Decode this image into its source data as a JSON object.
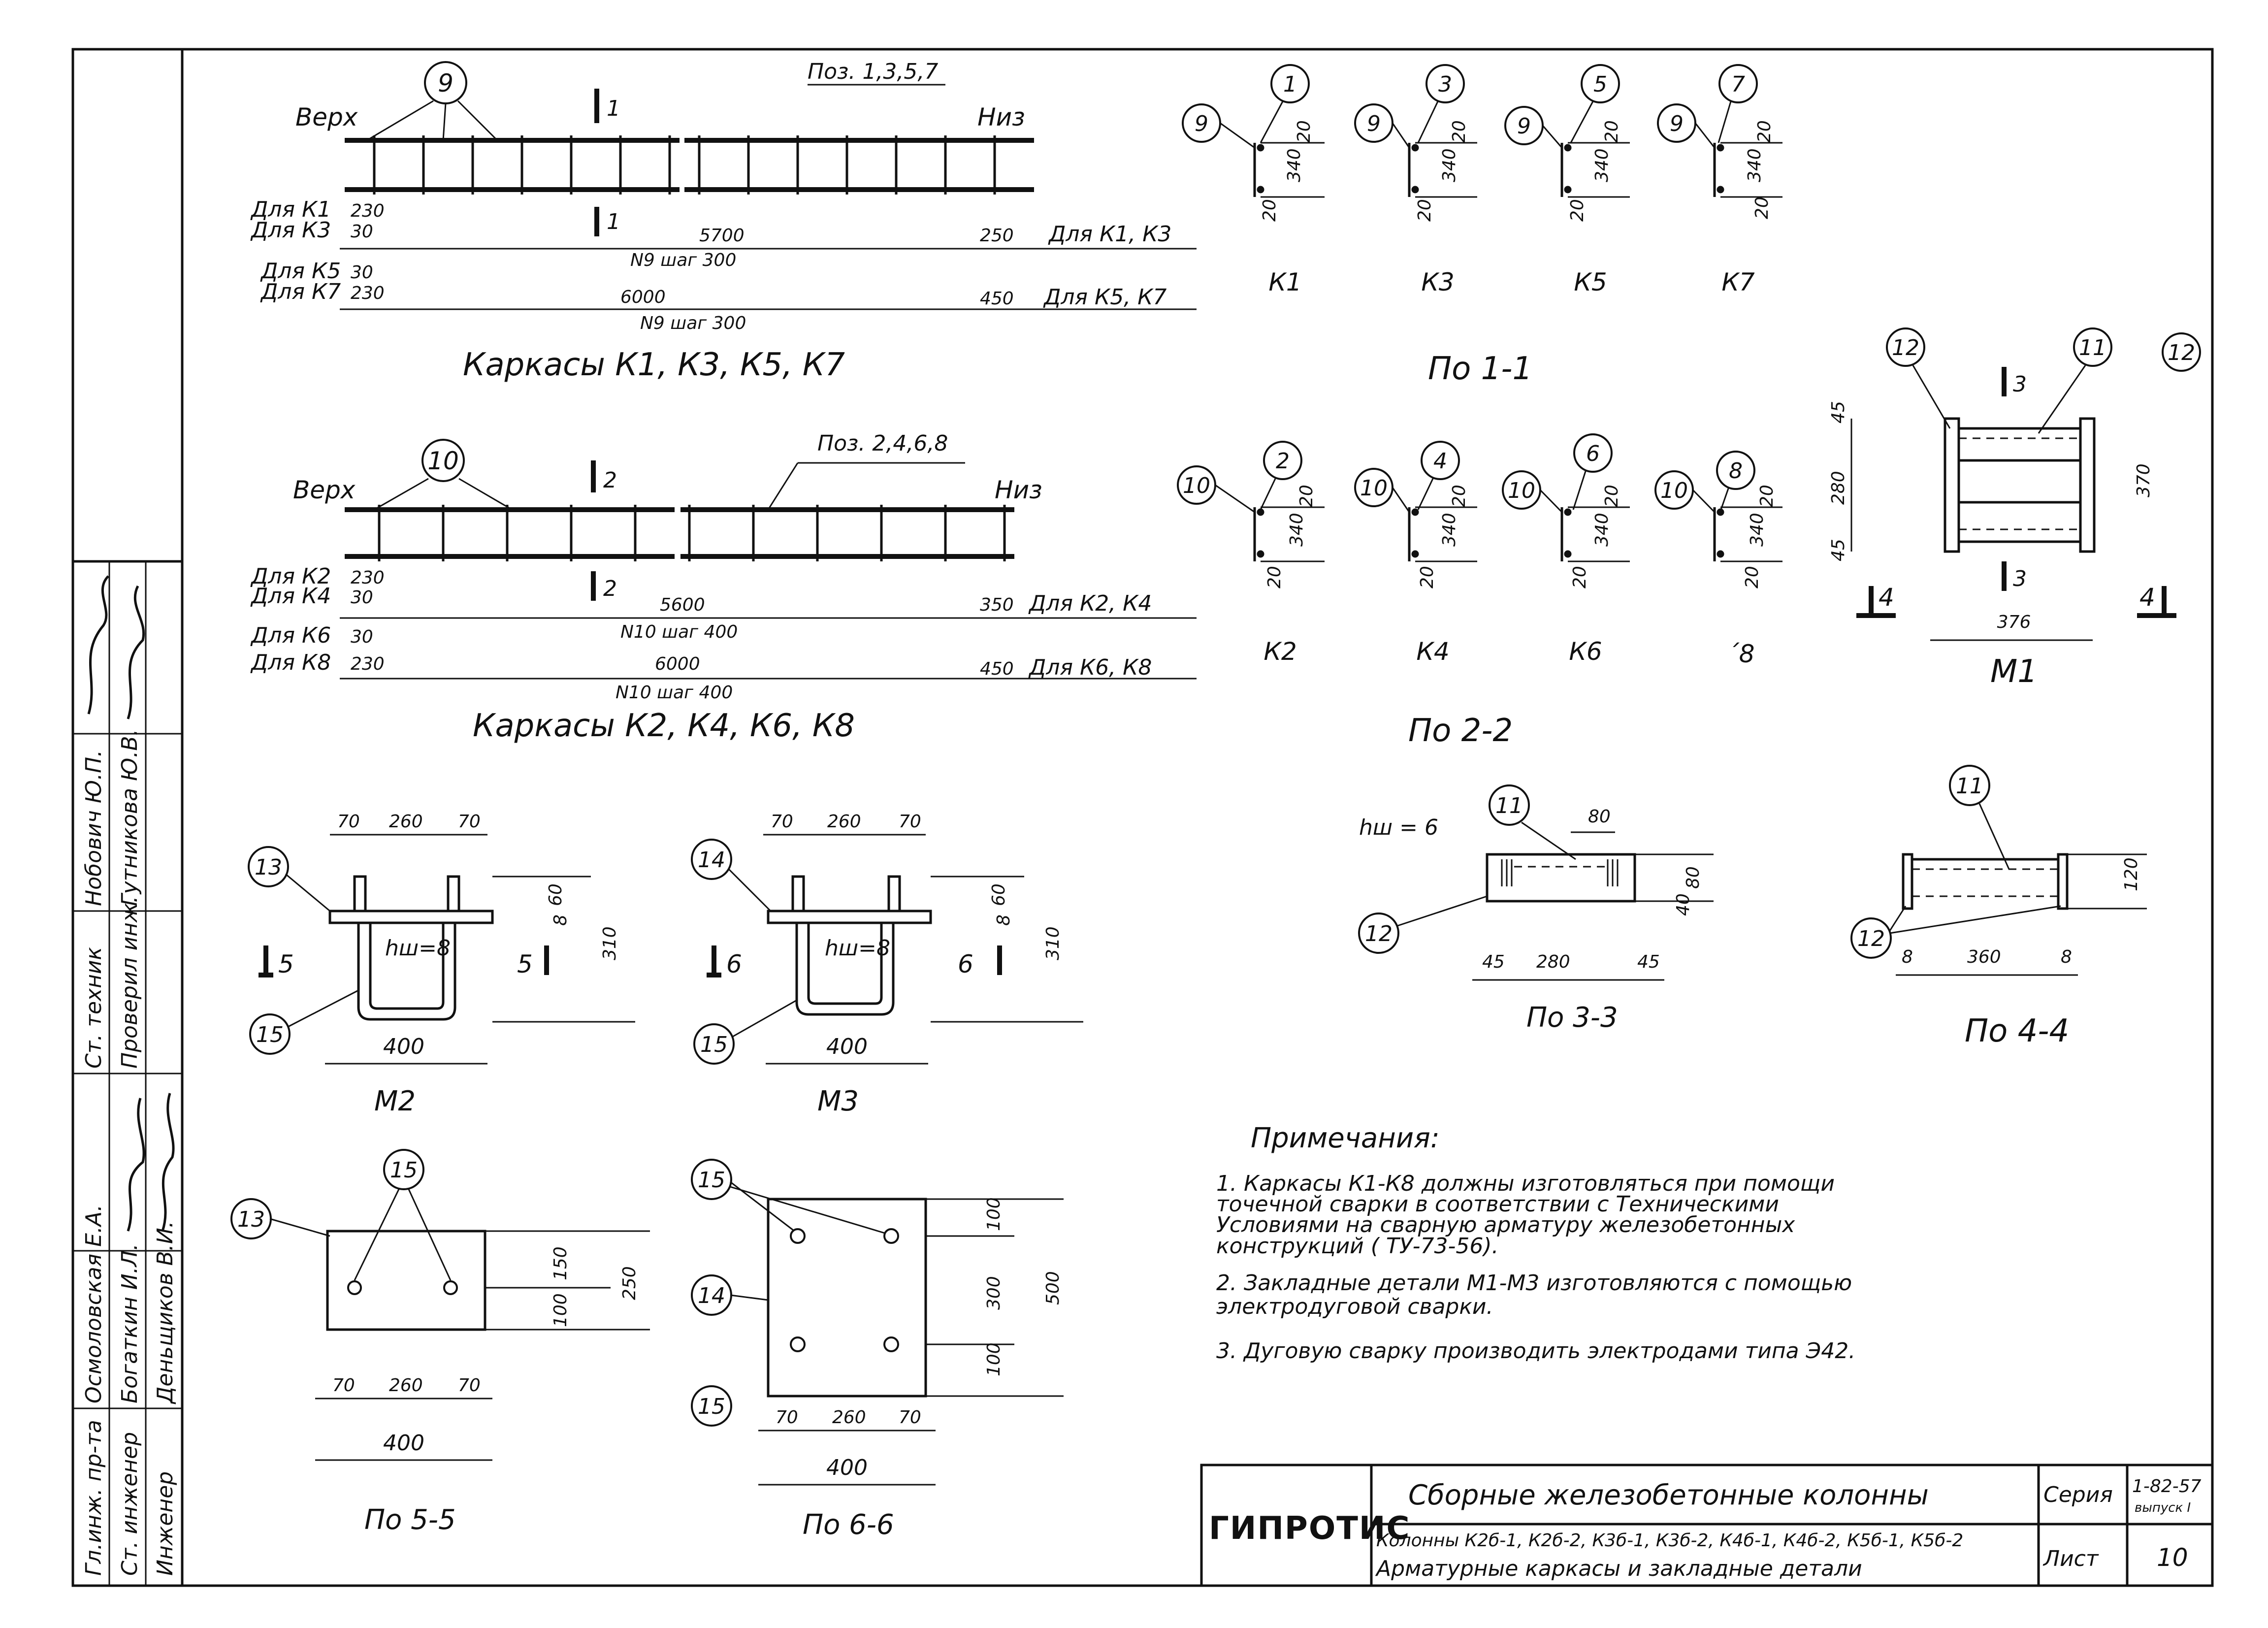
{
  "drawing": {
    "frames_a": {
      "pos_note": "Поз. 1,3,5,7",
      "left_label": "Верх",
      "right_label": "Низ",
      "section_mark": "1",
      "callout": "9",
      "rows": [
        {
          "label": "Для К1",
          "start": "230",
          "mid": "5700",
          "end": "250",
          "end_label": "Для К1, К3"
        },
        {
          "label": "Для К3",
          "start": "30",
          "note": "N9 шаг 300"
        },
        {
          "label": "Для К5",
          "start": "30",
          "mid": "6000",
          "end": "450",
          "end_label": "Для К5, К7"
        },
        {
          "label": "Для К7",
          "start": "230",
          "note": "N9 шаг 300"
        }
      ],
      "title": "Каркасы К1, К3, К5, К7"
    },
    "frames_b": {
      "pos_note": "Поз. 2,4,6,8",
      "left_label": "Верх",
      "right_label": "Низ",
      "section_mark": "2",
      "callout": "10",
      "rows": [
        {
          "label": "Для К2",
          "start": "230",
          "mid": "5600",
          "end": "350",
          "end_label": "Для К2, К4"
        },
        {
          "label": "Для К4",
          "start": "30",
          "note": "N10 шаг 400"
        },
        {
          "label": "Для К6",
          "start": "30",
          "mid": "6000",
          "end": "450",
          "end_label": "Для К6, К8"
        },
        {
          "label": "Для К8",
          "start": "230",
          "note": "N10 шаг 400"
        }
      ],
      "title": "Каркасы К2, К4, К6, К8"
    },
    "section_1_1": {
      "title": "По 1-1",
      "items": [
        {
          "num": "1",
          "side": "9",
          "label": "К1"
        },
        {
          "num": "3",
          "side": "9",
          "label": "К3"
        },
        {
          "num": "5",
          "side": "9",
          "label": "К5"
        },
        {
          "num": "7",
          "side": "9",
          "label": "К7"
        }
      ],
      "dims": [
        "20",
        "340",
        "20"
      ]
    },
    "section_2_2": {
      "title": "По 2-2",
      "items": [
        {
          "num": "2",
          "side": "10",
          "label": "К2"
        },
        {
          "num": "4",
          "side": "10",
          "label": "К4"
        },
        {
          "num": "6",
          "side": "10",
          "label": "К6"
        },
        {
          "num": "8",
          "side": "10",
          "label": "´8"
        }
      ],
      "dims": [
        "20",
        "340",
        "20"
      ]
    },
    "m1": {
      "callouts": [
        "12",
        "11",
        "12"
      ],
      "dims": {
        "top": "45",
        "mid": "280",
        "bottom": "45",
        "height": "370",
        "width": "376"
      },
      "section3": "3",
      "section4": "4",
      "label": "М1"
    },
    "m2": {
      "callouts": [
        "13",
        "15"
      ],
      "dims": {
        "a": "70",
        "b": "260",
        "c": "70",
        "d": "60",
        "e": "8",
        "h": "310",
        "w": "400"
      },
      "weld": "hш=8",
      "section": "5",
      "label": "М2"
    },
    "m3": {
      "callouts": [
        "14",
        "15"
      ],
      "dims": {
        "a": "70",
        "b": "260",
        "c": "70",
        "d": "60",
        "e": "8",
        "h": "310",
        "w": "400"
      },
      "weld": "hш=8",
      "section": "6",
      "label": "М3"
    },
    "sec_3_3": {
      "weld": "hш = 6",
      "callouts": [
        "11",
        "12"
      ],
      "dims": {
        "top": "80",
        "h1": "80",
        "h2": "40",
        "l": "45",
        "m": "280",
        "r": "45"
      },
      "title": "По 3-3"
    },
    "sec_4_4": {
      "callouts": [
        "11",
        "12"
      ],
      "dims": {
        "h": "120",
        "l": "8",
        "m": "360",
        "r": "8"
      },
      "title": "По 4-4"
    },
    "sec_5_5": {
      "callouts": [
        "13",
        "15"
      ],
      "dims": {
        "a": "70",
        "b": "260",
        "c": "70",
        "w": "400",
        "v1": "150",
        "v2": "100",
        "h": "250"
      },
      "title": "По 5-5"
    },
    "sec_6_6": {
      "callouts": [
        "15",
        "14",
        "15"
      ],
      "dims": {
        "a": "70",
        "b": "260",
        "c": "70",
        "w": "400",
        "v1": "100",
        "v2": "300",
        "v3": "100",
        "h": "500"
      },
      "title": "По 6-6"
    },
    "notes": {
      "heading": "Примечания:",
      "lines": [
        "1. Каркасы   К1-К8  должны  изготовляться   при помощи",
        "    точечной     сварки   в соответствии с Техническими",
        "    Условиями  на  сварную   арматуру железобетонных",
        "    конструкций     ( ТУ-73-56).",
        "2. Закладные  детали  М1-М3  изготовляются   с помощью",
        "    электродуговой    сварки.",
        "3. Дуговую  сварку   производить  электродами  типа Э42."
      ]
    }
  },
  "title_block": {
    "org": "ГИПРОТИС",
    "title": "Сборные  железобетонные   колонны",
    "sub1": "Колонны К2б-1, К2б-2, К3б-1, К3б-2, К4б-1, К4б-2, К5б-1, К5б-2",
    "sub2": "Арматурные каркасы и закладные   детали",
    "series_label": "Серия",
    "series_value": "1-82-57",
    "series_sub": "выпуск I",
    "sheet_label": "Лист",
    "sheet_value": "10"
  },
  "side_stamp": {
    "roles": [
      "Гл.инж. пр-та",
      "Ст. инженер",
      "Инженер"
    ],
    "names": [
      "Осмоловская Е.А.",
      "Богаткин И.Л.",
      "Деньщиков В.И."
    ],
    "roles2": [
      "Ст. техник",
      "Проверил инж."
    ],
    "names2": [
      "Нобович Ю.П.",
      "Гутникова Ю.В."
    ]
  }
}
